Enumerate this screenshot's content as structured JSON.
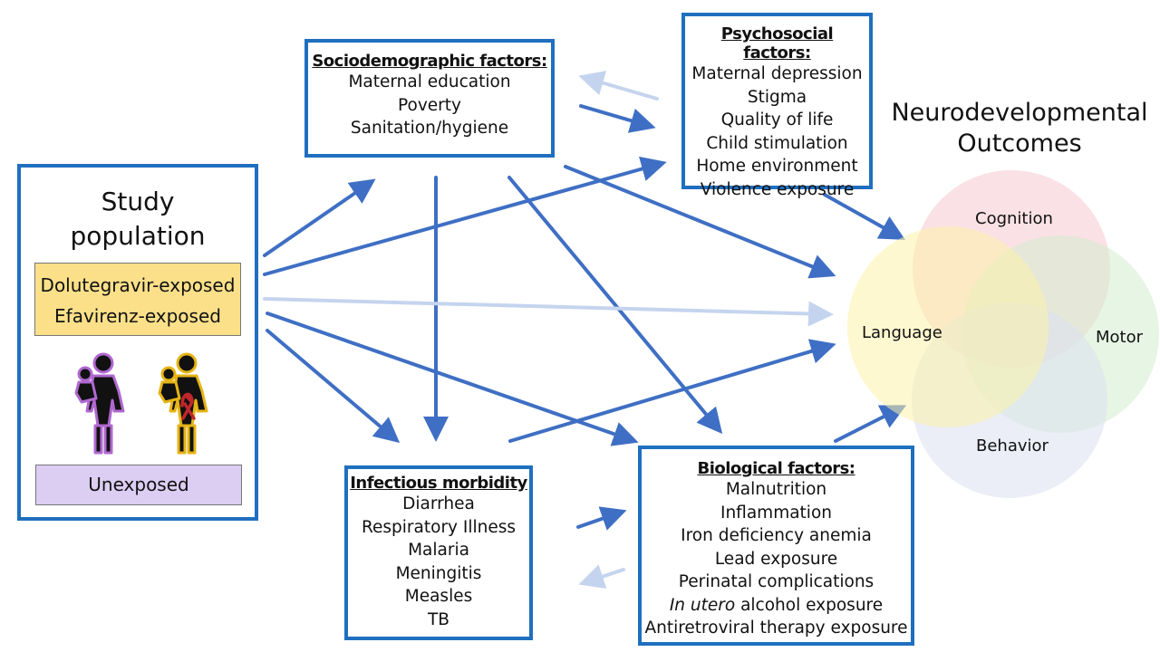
{
  "study_population": {
    "title_line1": "Study",
    "title_line2": "population",
    "groups": {
      "dtg": "Dolutegravir-exposed",
      "efv": "Efavirenz-exposed",
      "unexposed": "Unexposed"
    },
    "colors": {
      "exposed_fill": "#fbe089",
      "unexposed_fill": "#dccdf2"
    },
    "icons": [
      "mother-child-purple-icon",
      "mother-child-hiv-ribbon-icon"
    ]
  },
  "sociodemographic": {
    "title": "Sociodemographic factors:",
    "items": [
      "Maternal education",
      "Poverty",
      "Sanitation/hygiene"
    ]
  },
  "psychosocial": {
    "title": "Psychosocial factors:",
    "items": [
      "Maternal depression",
      "Stigma",
      "Quality of life",
      "Child stimulation",
      "Home environment",
      "Violence exposure"
    ]
  },
  "infectious": {
    "title": "Infectious morbidity",
    "items": [
      "Diarrhea",
      "Respiratory Illness",
      "Malaria",
      "Meningitis",
      "Measles",
      "TB"
    ]
  },
  "biological": {
    "title": "Biological factors:",
    "items": [
      "Malnutrition",
      "Inflammation",
      "Iron deficiency anemia",
      "Lead exposure",
      "Perinatal complications"
    ],
    "in_utero_italic": "In utero",
    "in_utero_rest": " alcohol exposure",
    "last_item": "Antiretroviral therapy exposure"
  },
  "outcomes": {
    "title_line1": "Neurodevelopmental",
    "title_line2": "Outcomes",
    "domains": {
      "cognition": "Cognition",
      "language": "Language",
      "motor": "Motor",
      "behavior": "Behavior"
    },
    "colors": {
      "cognition": "#f6c9cf",
      "language": "#fbf3a9",
      "motor": "#d4ecce",
      "behavior": "#dde3f0"
    }
  },
  "colors": {
    "box_border": "#1f6fbf",
    "arrow": "#3f6fc4",
    "arrow_faded": "#c5d4ee"
  }
}
